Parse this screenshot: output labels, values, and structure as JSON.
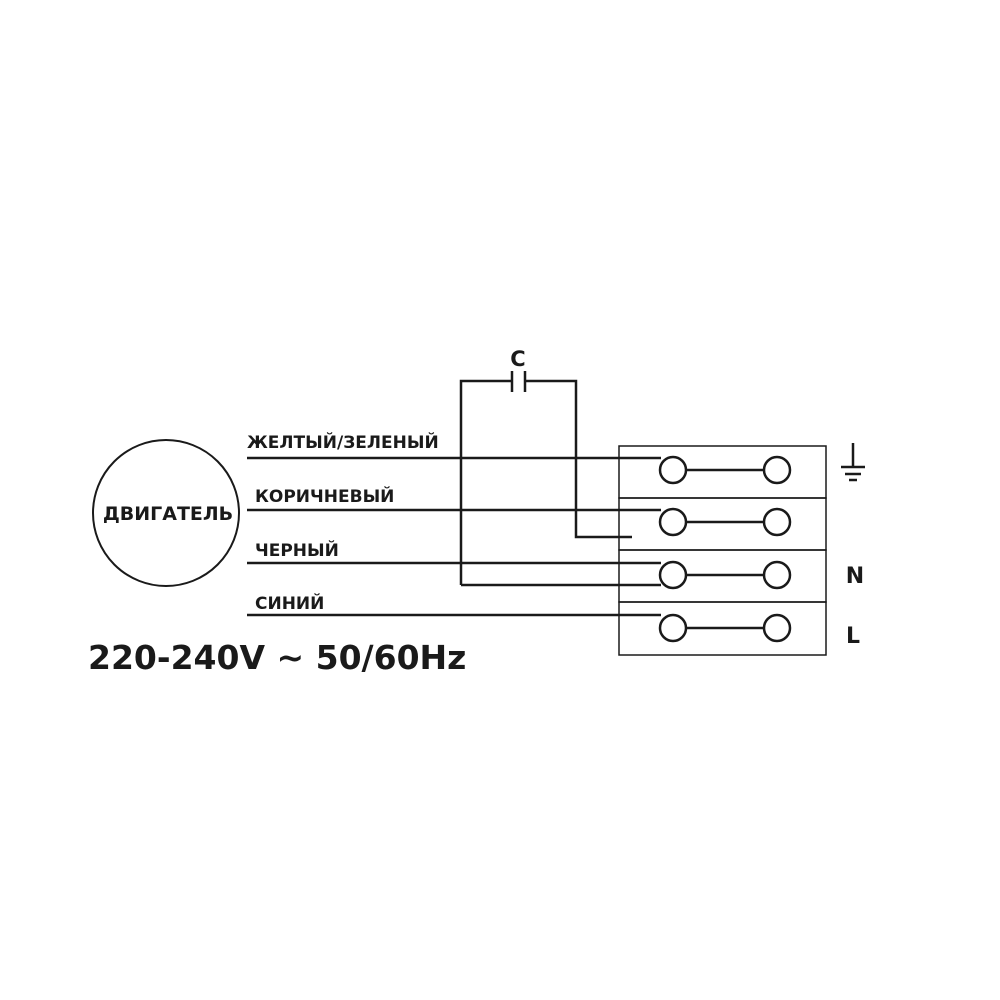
{
  "motor": {
    "label": "ДВИГАТЕЛЬ"
  },
  "capacitor": {
    "label": "C"
  },
  "wires": [
    {
      "label": "ЖЕЛТЫЙ/ЗЕЛЕНЫЙ"
    },
    {
      "label": "КОРИЧНЕВЫЙ"
    },
    {
      "label": "ЧЕРНЫЙ"
    },
    {
      "label": "СИНИЙ"
    }
  ],
  "terminals": {
    "ground_icon": "ground-icon",
    "neutral_label": "N",
    "live_label": "L"
  },
  "supply": {
    "voltage_label": "220-240V ~ 50/60Hz"
  },
  "colors": {
    "line": "#1a1a1a",
    "background": "#ffffff"
  }
}
